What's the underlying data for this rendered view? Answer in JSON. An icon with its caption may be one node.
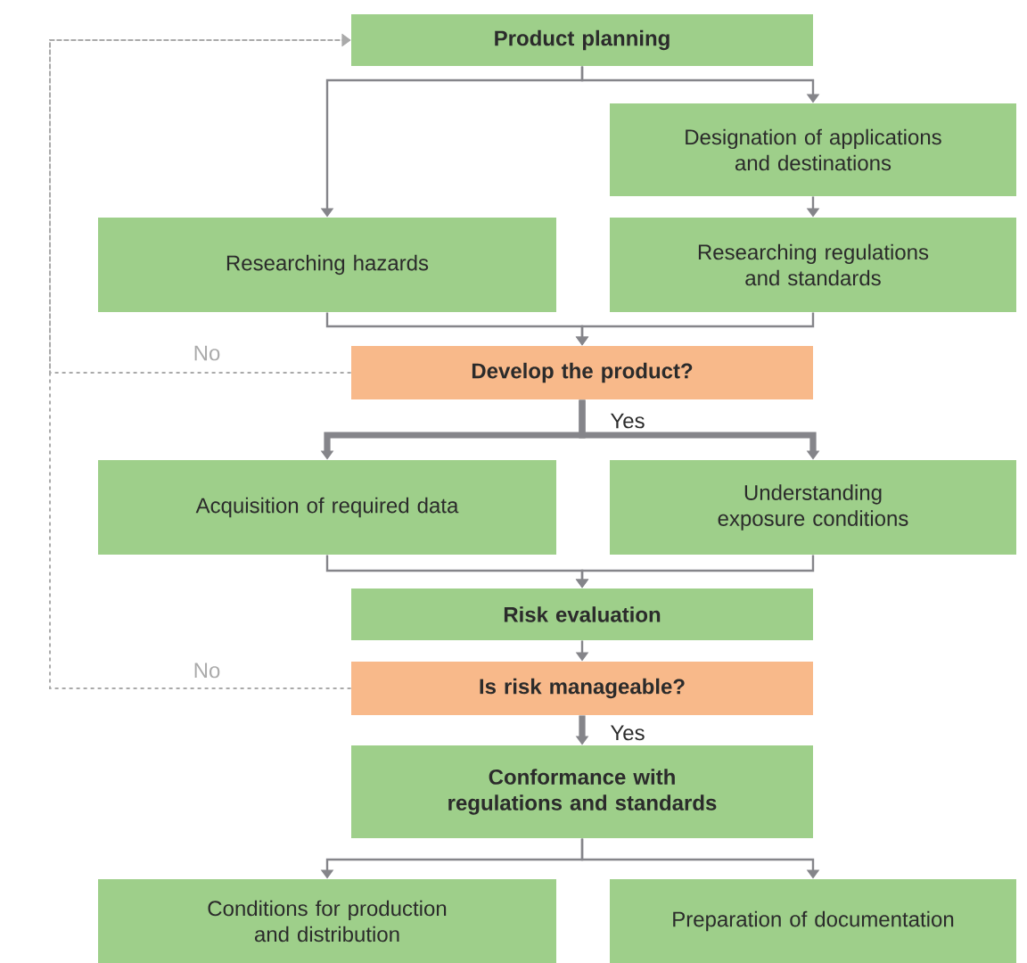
{
  "diagram": {
    "nodes": [
      {
        "text": [
          "Product planning"
        ]
      },
      {
        "text": [
          "Designation of applications and destinations"
        ]
      },
      {
        "text": [
          "Researching hazards"
        ]
      },
      {
        "text": [
          "Researching regulations and standards"
        ]
      },
      {
        "text": [
          "Develop the product?"
        ]
      },
      {
        "text": [
          "Acquisition of required data"
        ]
      },
      {
        "text": [
          "Understanding exposure conditions"
        ]
      },
      {
        "text": [
          "Risk evaluation"
        ]
      },
      {
        "text": [
          "Is risk manageable?"
        ]
      },
      {
        "text": [
          "Conformance with regulations and standards"
        ]
      },
      {
        "text": [
          "Conditions for production and distribution"
        ]
      },
      {
        "text": [
          "Preparation of documentation"
        ]
      }
    ],
    "edges": [
      {
        "from": 0,
        "to": 2,
        "arrow": "to"
      },
      {
        "from": 0,
        "to": 1,
        "arrow": "to"
      },
      {
        "from": 1,
        "to": 3,
        "arrow": "to"
      },
      {
        "from": 2,
        "to": 4,
        "arrow": "to"
      },
      {
        "from": 3,
        "to": 4,
        "arrow": "to"
      },
      {
        "from": 4,
        "to": 0,
        "arrow": "to",
        "label": "No",
        "style": "dashed",
        "color": "#aaaaaa"
      },
      {
        "from": 4,
        "to": 5,
        "arrow": "to",
        "label": "Yes",
        "style": "thick"
      },
      {
        "from": 4,
        "to": 6,
        "arrow": "to",
        "style": "thick"
      },
      {
        "from": 5,
        "to": 7,
        "arrow": "to"
      },
      {
        "from": 6,
        "to": 7,
        "arrow": "to"
      },
      {
        "from": 7,
        "to": 8,
        "arrow": "to"
      },
      {
        "from": 8,
        "to": 0,
        "arrow": "to",
        "label": "No",
        "style": "dashed",
        "color": "#aaaaaa"
      },
      {
        "from": 8,
        "to": 9,
        "arrow": "to",
        "label": "Yes",
        "style": "thick"
      },
      {
        "from": 9,
        "to": 10,
        "arrow": "to"
      },
      {
        "from": 9,
        "to": 11,
        "arrow": "to"
      }
    ]
  }
}
